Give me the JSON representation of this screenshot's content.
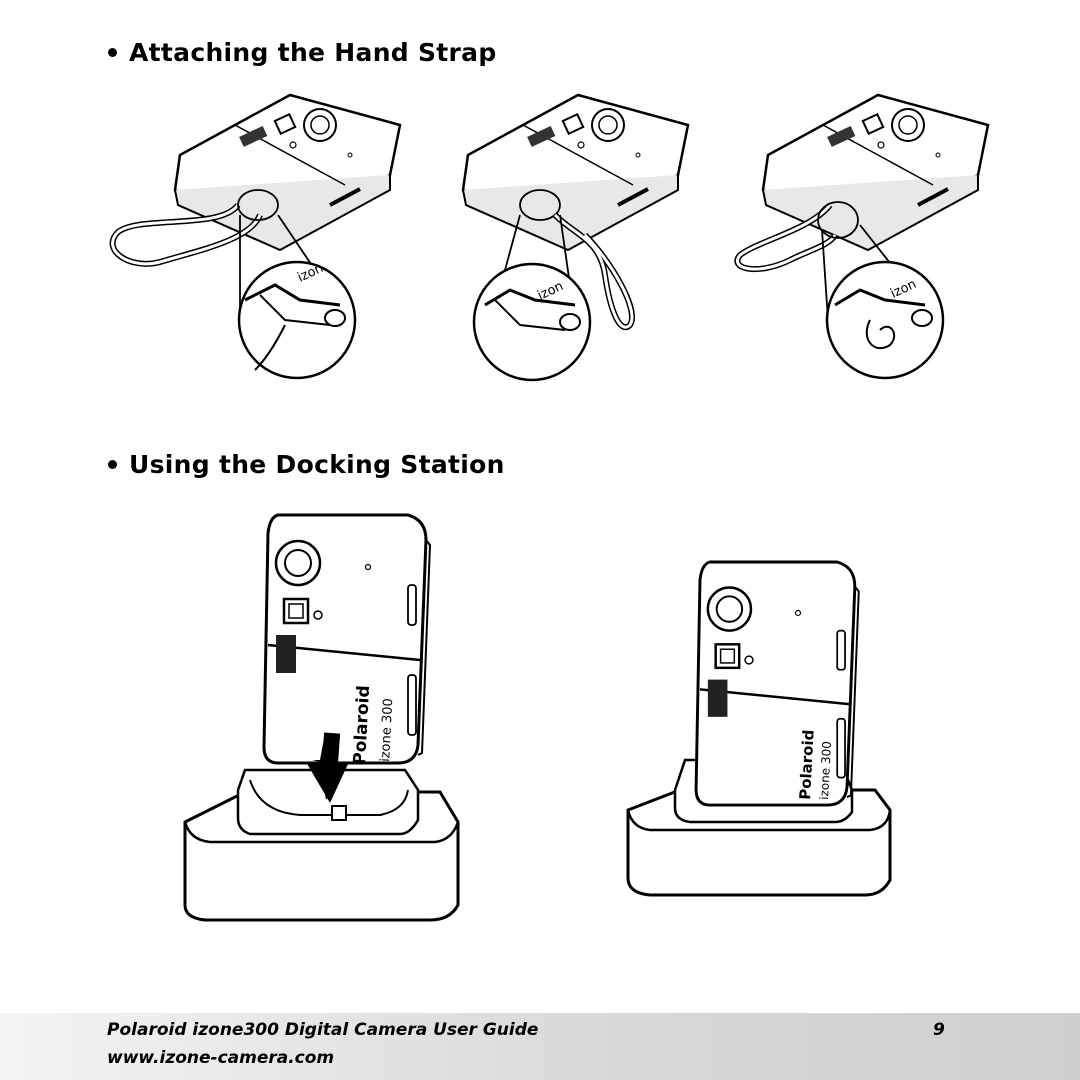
{
  "sections": [
    {
      "title": "Attaching the Hand Strap"
    },
    {
      "title": "Using the Docking Station"
    }
  ],
  "camera": {
    "brand": "Polaroid",
    "model": "izone 300",
    "zoom_label": "izon"
  },
  "footer": {
    "title": "Polaroid izone300 Digital Camera User Guide",
    "url": "www.izone-camera.com",
    "page_number": "9"
  }
}
